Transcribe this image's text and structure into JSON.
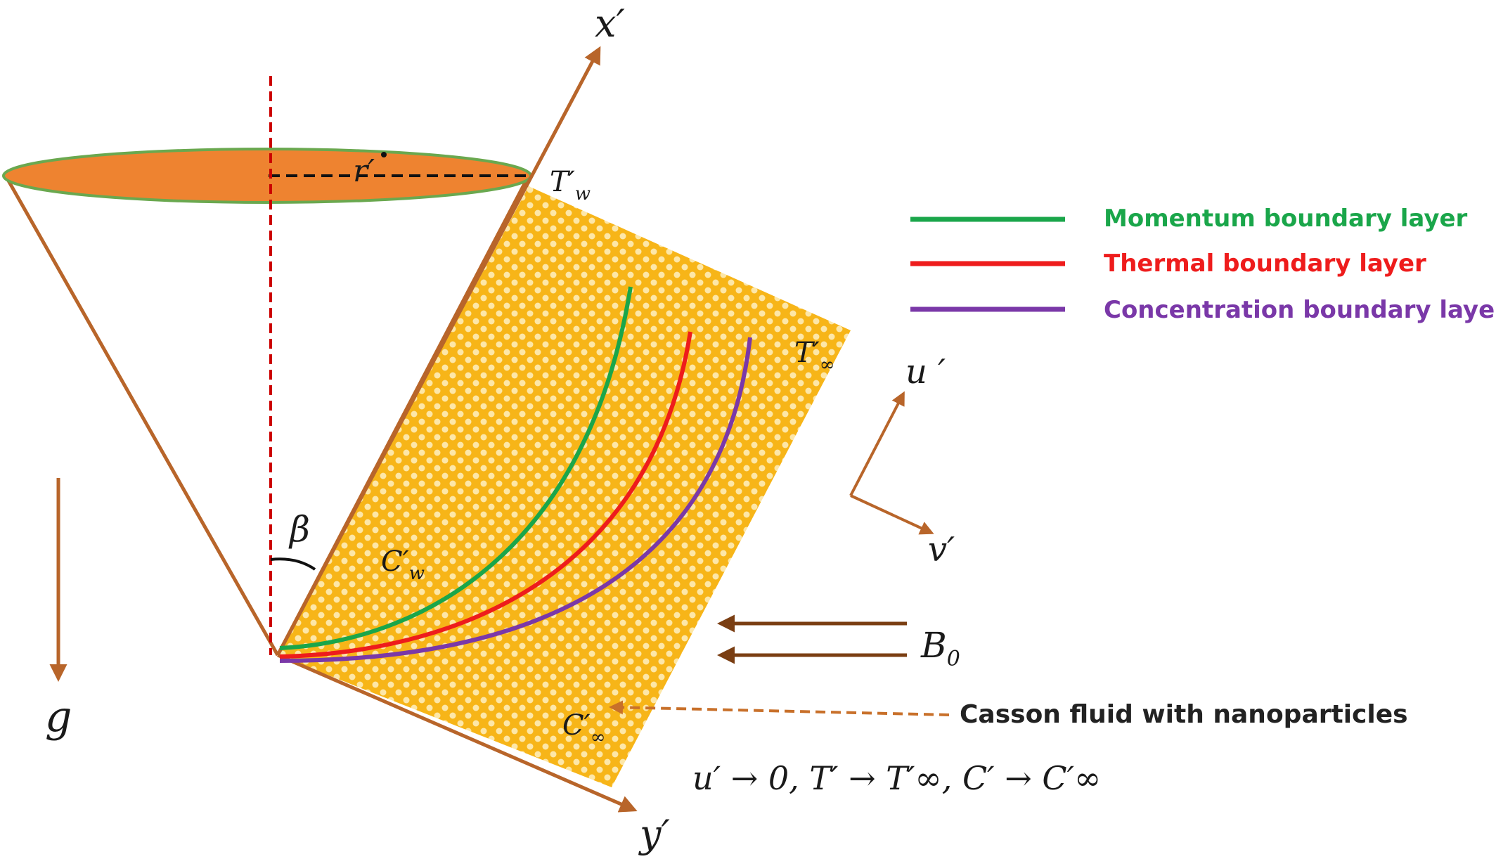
{
  "labels": {
    "x_axis": "x′",
    "y_axis": "y′",
    "gravity": "g",
    "angle": "β",
    "radius": "r′",
    "wall_temp": "T′",
    "wall_temp_sub": "w",
    "ambient_temp": "T′",
    "ambient_temp_sub": "∞",
    "wall_conc": "C′",
    "wall_conc_sub": "w",
    "ambient_conc": "C′",
    "ambient_conc_sub": "∞",
    "velocity_u": "u ′",
    "velocity_v": "v′",
    "magnetic_field": "B",
    "magnetic_field_sub": "0",
    "fluid_caption": "Casson fluid with nanoparticles",
    "boundary_conditions": "u′ → 0,  T′ → T′∞,  C′ → C′∞"
  },
  "legend": [
    {
      "label": "Momentum boundary layer",
      "color": "#1aa64a"
    },
    {
      "label": "Thermal boundary layer",
      "color": "#ee1c1c"
    },
    {
      "label": "Concentration boundary layer",
      "color": "#7a38a8"
    }
  ],
  "colors": {
    "cone": "#b8652a",
    "cone_top_fill": "#ee8330",
    "cone_top_rim": "#6aa84f",
    "axis_dashed": "#cc0000",
    "plate_fill": "#f7b518",
    "magnetic_arrow": "#7a3e12",
    "caption_arrow": "#c8702a"
  }
}
